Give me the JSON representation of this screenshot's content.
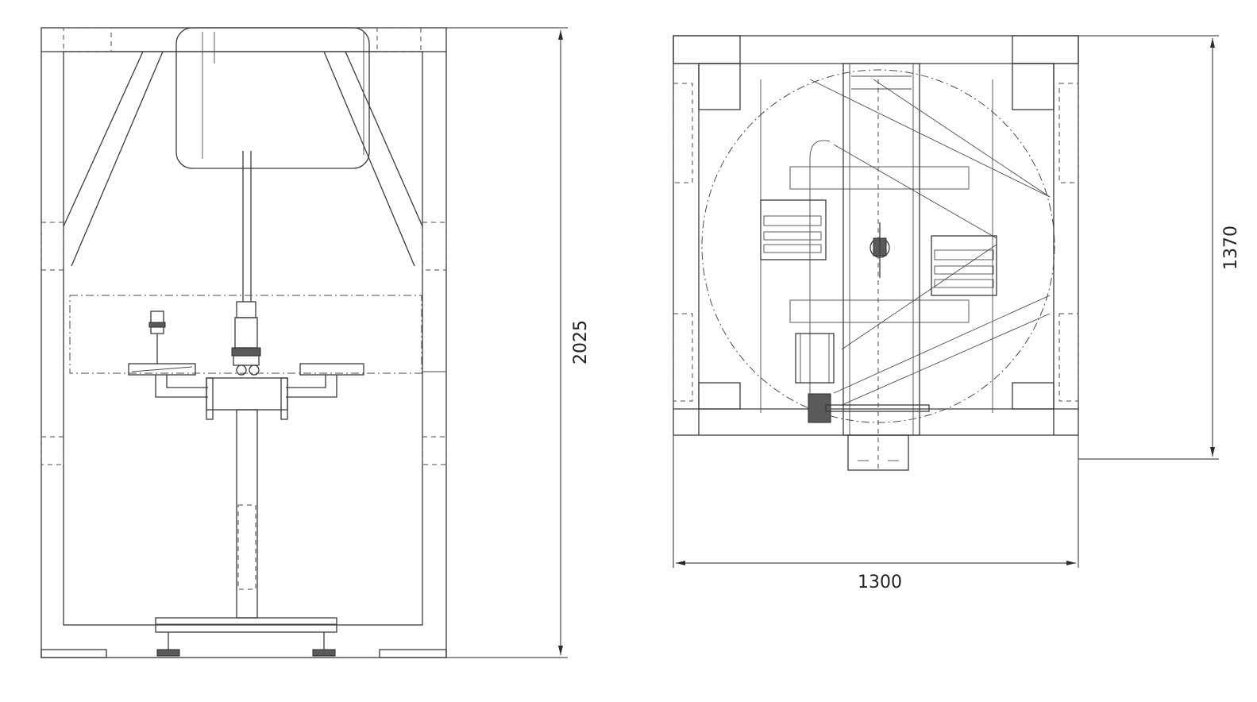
{
  "dimensions": {
    "front_height": "2025",
    "top_width": "1300",
    "top_depth": "1370"
  },
  "colors": {
    "line": "#3a3a3a",
    "background": "#ffffff"
  }
}
